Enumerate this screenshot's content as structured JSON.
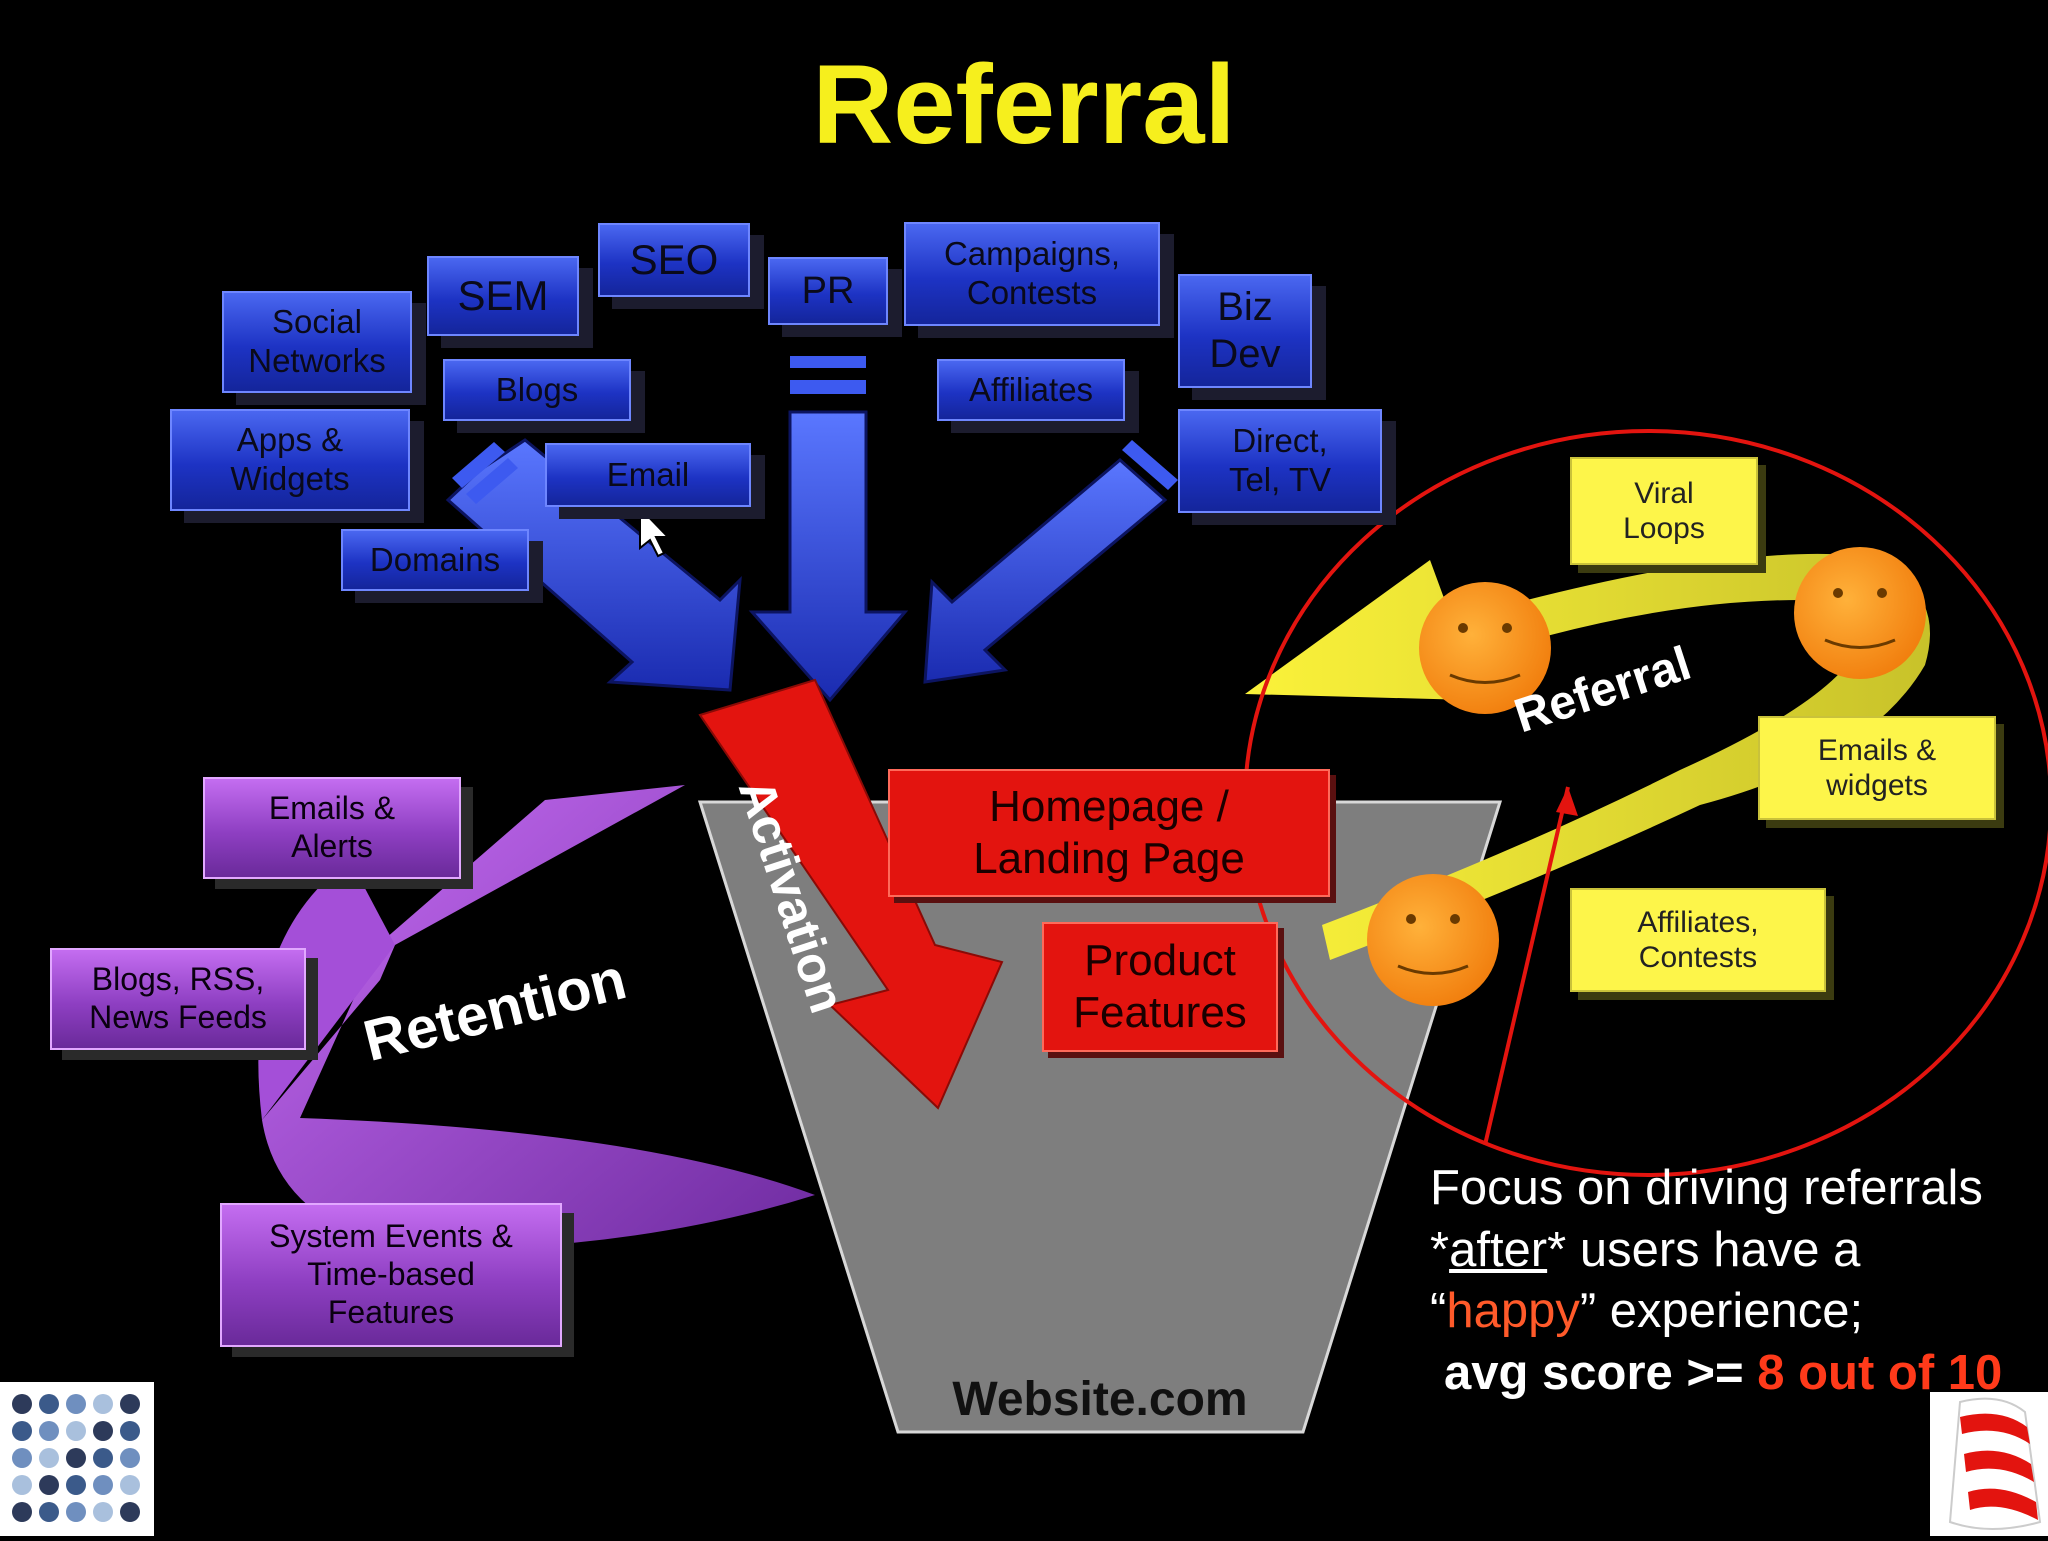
{
  "title": "Referral",
  "acquisition_channels": {
    "social_networks": "Social\nNetworks",
    "sem": "SEM",
    "seo": "SEO",
    "pr": "PR",
    "campaigns": "Campaigns,\nContests",
    "biz_dev": "Biz\nDev",
    "blogs": "Blogs",
    "affiliates": "Affiliates",
    "apps_widgets": "Apps &\nWidgets",
    "email": "Email",
    "direct": "Direct,\nTel, TV",
    "domains": "Domains"
  },
  "retention": {
    "label": "Retention",
    "emails_alerts": "Emails &\nAlerts",
    "blogs_rss": "Blogs, RSS,\nNews Feeds",
    "system_events": "System Events &\nTime-based\nFeatures"
  },
  "activation": {
    "label": "Activation",
    "homepage": "Homepage /\nLanding Page",
    "product_features": "Product\nFeatures"
  },
  "funnel_label": "Website.com",
  "referral_loop": {
    "label": "Referral",
    "viral_loops": "Viral\nLoops",
    "emails_widgets": "Emails &\nwidgets",
    "affiliates_contests": "Affiliates,\nContests"
  },
  "focus_note": {
    "line1": "Focus on driving referrals",
    "after_prefix": "*",
    "after_word": "after",
    "after_suffix": "* users have a",
    "quote_open": "“",
    "happy": "happy",
    "experience": "” experience;",
    "score_prefix": "avg score >= ",
    "score_value": "8 out of 10"
  },
  "colors": {
    "title": "#f6ef1d",
    "channel_blue": "#2a44dd",
    "retention_purple": "#a24fd6",
    "activation_red": "#e3140f",
    "referral_yellow": "#fdf54a",
    "funnel_gray": "#7e7e7e",
    "circle_red": "#e3140f"
  }
}
